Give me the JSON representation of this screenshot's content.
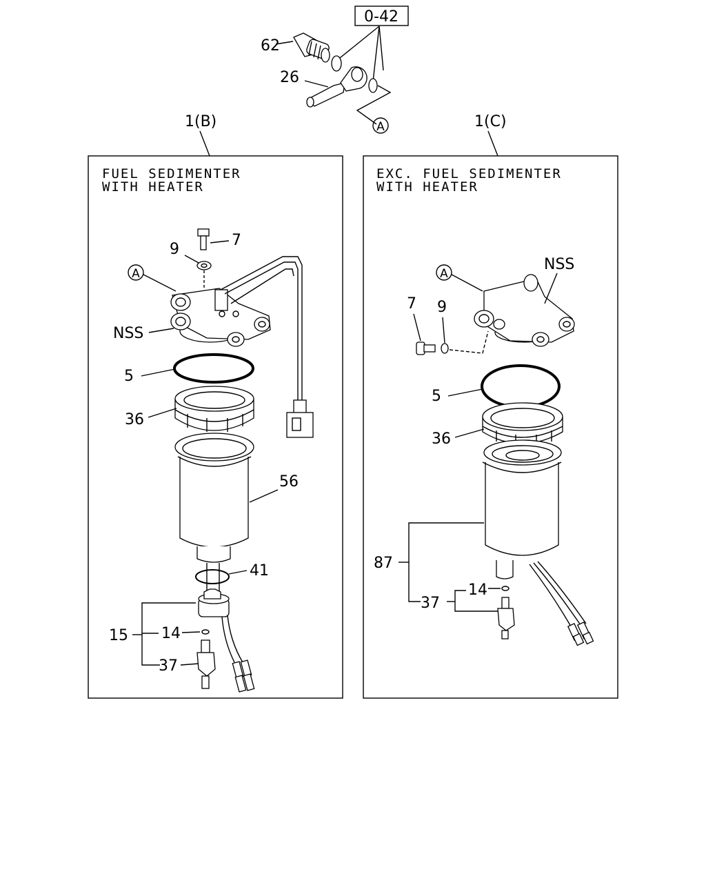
{
  "top": {
    "ref_box": "0-42",
    "labels": {
      "p62": "62",
      "p26": "26",
      "circ_a": "A"
    }
  },
  "panel_b": {
    "ref": "1(B)",
    "title_line1": "FUEL SEDIMENTER",
    "title_line2": "WITH HEATER",
    "labels": {
      "p7": "7",
      "p9": "9",
      "circ_a": "A",
      "nss": "NSS",
      "p5": "5",
      "p36": "36",
      "p56": "56",
      "p41": "41",
      "p15": "15",
      "p14": "14",
      "p37": "37"
    }
  },
  "panel_c": {
    "ref": "1(C)",
    "title_line1": "EXC. FUEL SEDIMENTER",
    "title_line2": "WITH HEATER",
    "labels": {
      "circ_a": "A",
      "nss": "NSS",
      "p7": "7",
      "p9": "9",
      "p5": "5",
      "p36": "36",
      "p87": "87",
      "p14": "14",
      "p37": "37"
    }
  }
}
